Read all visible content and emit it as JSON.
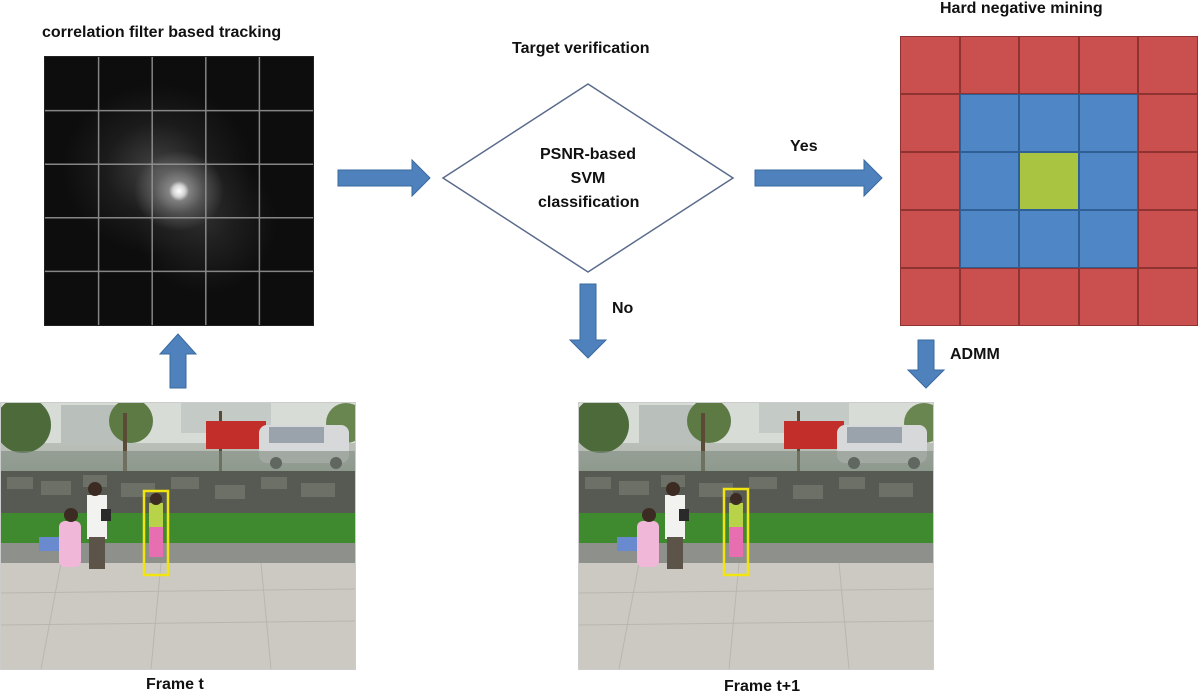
{
  "labels": {
    "cf_tracking": "correlation filter based tracking",
    "target_verification": "Target verification",
    "hard_negative_mining": "Hard negative mining",
    "yes": "Yes",
    "no": "No",
    "admm": "ADMM",
    "frame_t": "Frame t",
    "frame_t1": "Frame t+1"
  },
  "decision": {
    "line1": "PSNR-based",
    "line2": "SVM",
    "line3": "classification"
  },
  "colors": {
    "arrow": "#4f81bd",
    "arrow_stroke": "#3a6aa0",
    "negative_red": "#c9504f",
    "positive_blue": "#4f86c6",
    "target_green": "#a8c440",
    "bbox_yellow": "#f1e40f"
  },
  "grid_layout": {
    "rows": 5,
    "cols": 5,
    "cells": [
      [
        "red",
        "red",
        "red",
        "red",
        "red"
      ],
      [
        "red",
        "blue",
        "blue",
        "blue",
        "red"
      ],
      [
        "red",
        "blue",
        "green",
        "blue",
        "red"
      ],
      [
        "red",
        "blue",
        "blue",
        "blue",
        "red"
      ],
      [
        "red",
        "red",
        "red",
        "red",
        "red"
      ]
    ]
  }
}
